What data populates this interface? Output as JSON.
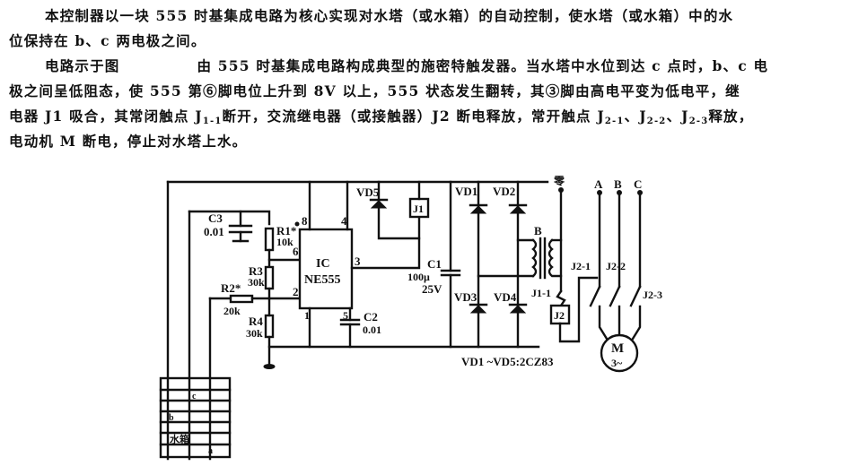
{
  "text": {
    "p1_line1": "本控制器以一块 555 时基集成电路为核心实现对水塔（或水箱）的自动控制，使水塔（或水箱）中的水",
    "p1_line2": "位保持在 b、c 两电极之间。",
    "p2_line1_a": "电路示于图",
    "p2_line1_b": "由 555 时基集成电路构成典型的施密特触发器。当水塔中水位到达 c 点时，b、c 电",
    "p2_line2": "极之间呈低阻态，使 555 第⑥脚电位上升到 8V 以上，555 状态发生翻转，其③脚由高电平变为低电平，继",
    "p2_line3_a": "电器 J1 吸合，其常闭触点 J",
    "p2_line3_sub1": "1-1",
    "p2_line3_b": "断开，交流继电器（或接触器）J2 断电释放，常开触点 J",
    "p2_line3_sub2": "2-1",
    "p2_line3_c": "、J",
    "p2_line3_sub3": "2-2",
    "p2_line3_d": "、J",
    "p2_line3_sub4": "2-3",
    "p2_line3_e": "释放，",
    "p2_line4": "电动机 M 断电，停止对水塔上水。"
  },
  "diagram": {
    "ic": {
      "name": "IC",
      "part": "NE555",
      "pins": [
        "8",
        "4",
        "6",
        "3",
        "2",
        "1",
        "5"
      ]
    },
    "components": {
      "c3": {
        "name": "C3",
        "value": "0.01"
      },
      "r1": {
        "name": "R1*",
        "value": "10k"
      },
      "r3": {
        "name": "R3",
        "value": "30k"
      },
      "r2": {
        "name": "R2*",
        "value": "20k"
      },
      "r4": {
        "name": "R4",
        "value": "30k"
      },
      "c2": {
        "name": "C2",
        "value": "0.01"
      },
      "c1": {
        "name": "C1",
        "value": "100μ",
        "voltage": "25V"
      },
      "vd5": {
        "name": "VD5"
      },
      "j1": {
        "name": "J1"
      },
      "vd1": {
        "name": "VD1"
      },
      "vd2": {
        "name": "VD2"
      },
      "vd3": {
        "name": "VD3"
      },
      "vd4": {
        "name": "VD4"
      },
      "transformer": {
        "name": "B"
      },
      "j1_1": {
        "name": "J1-1"
      },
      "j2": {
        "name": "J2"
      },
      "j2_1": {
        "name": "J2-1"
      },
      "j2_2": {
        "name": "J2-2"
      },
      "j2_3": {
        "name": "J2-3"
      },
      "motor": {
        "name": "M",
        "phase": "3~"
      },
      "diode_note": "VD1 ~VD5:2CZ83"
    },
    "phases": [
      "A",
      "B",
      "C"
    ],
    "mains_symbol": "零",
    "tank": {
      "electrode_c": "c",
      "electrode_b": "b",
      "label": "水箱",
      "electrode_a": "a"
    }
  }
}
